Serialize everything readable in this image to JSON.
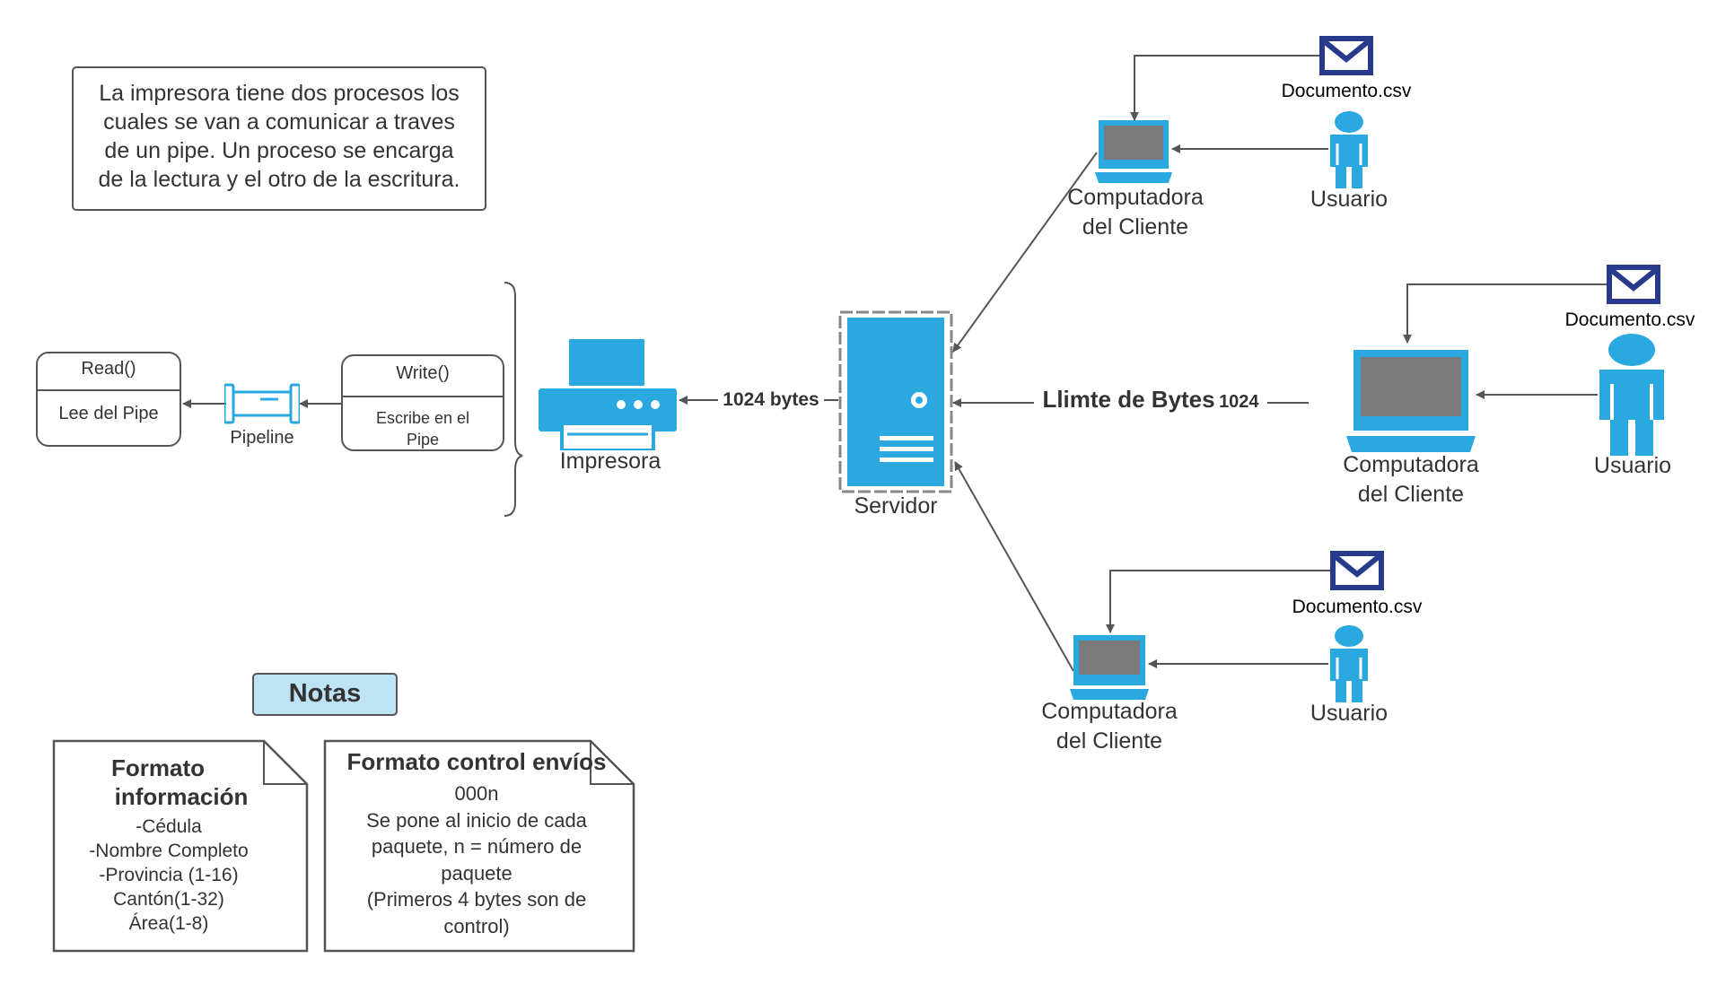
{
  "description_box": {
    "lines": [
      "La impresora tiene dos procesos los",
      "cuales se van a comunicar a traves",
      "de un pipe. Un proceso se encarga",
      "de la lectura y el otro de la escritura."
    ]
  },
  "read_box": {
    "title": "Read()",
    "body": "Lee del Pipe"
  },
  "write_box": {
    "title": "Write()",
    "body_lines": [
      "Escribe en el",
      "Pipe"
    ]
  },
  "pipeline_label": "Pipeline",
  "printer_label": "Impresora",
  "bytes_label": "1024 bytes",
  "server_label": "Servidor",
  "limit_label": {
    "main": "Llimte de Bytes",
    "value": "1024"
  },
  "clients": [
    {
      "computer_lines": [
        "Computadora",
        "del Cliente"
      ],
      "user_label": "Usuario",
      "doc_label": "Documento.csv"
    },
    {
      "computer_lines": [
        "Computadora",
        "del Cliente"
      ],
      "user_label": "Usuario",
      "doc_label": "Documento.csv"
    },
    {
      "computer_lines": [
        "Computadora",
        "del Cliente"
      ],
      "user_label": "Usuario",
      "doc_label": "Documento.csv"
    }
  ],
  "notes": {
    "title": "Notas",
    "format_info": {
      "title_lines": [
        "Formato",
        "información"
      ],
      "items": [
        "-Cédula",
        "-Nombre Completo",
        "-Provincia (1-16)",
        "Cantón(1-32)",
        "Área(1-8)"
      ]
    },
    "format_control": {
      "title": "Formato control envíos",
      "lines": [
        "000n",
        "Se pone al inicio de cada",
        "paquete, n = número de",
        "paquete",
        "(Primeros 4 bytes son de",
        "control)"
      ]
    }
  },
  "colors": {
    "icon_blue": "#29a9e0",
    "envelope_navy": "#283a8c",
    "line_gray": "#555555",
    "notes_fill": "#bde3f5",
    "screen_gray": "#7a7a7a"
  }
}
